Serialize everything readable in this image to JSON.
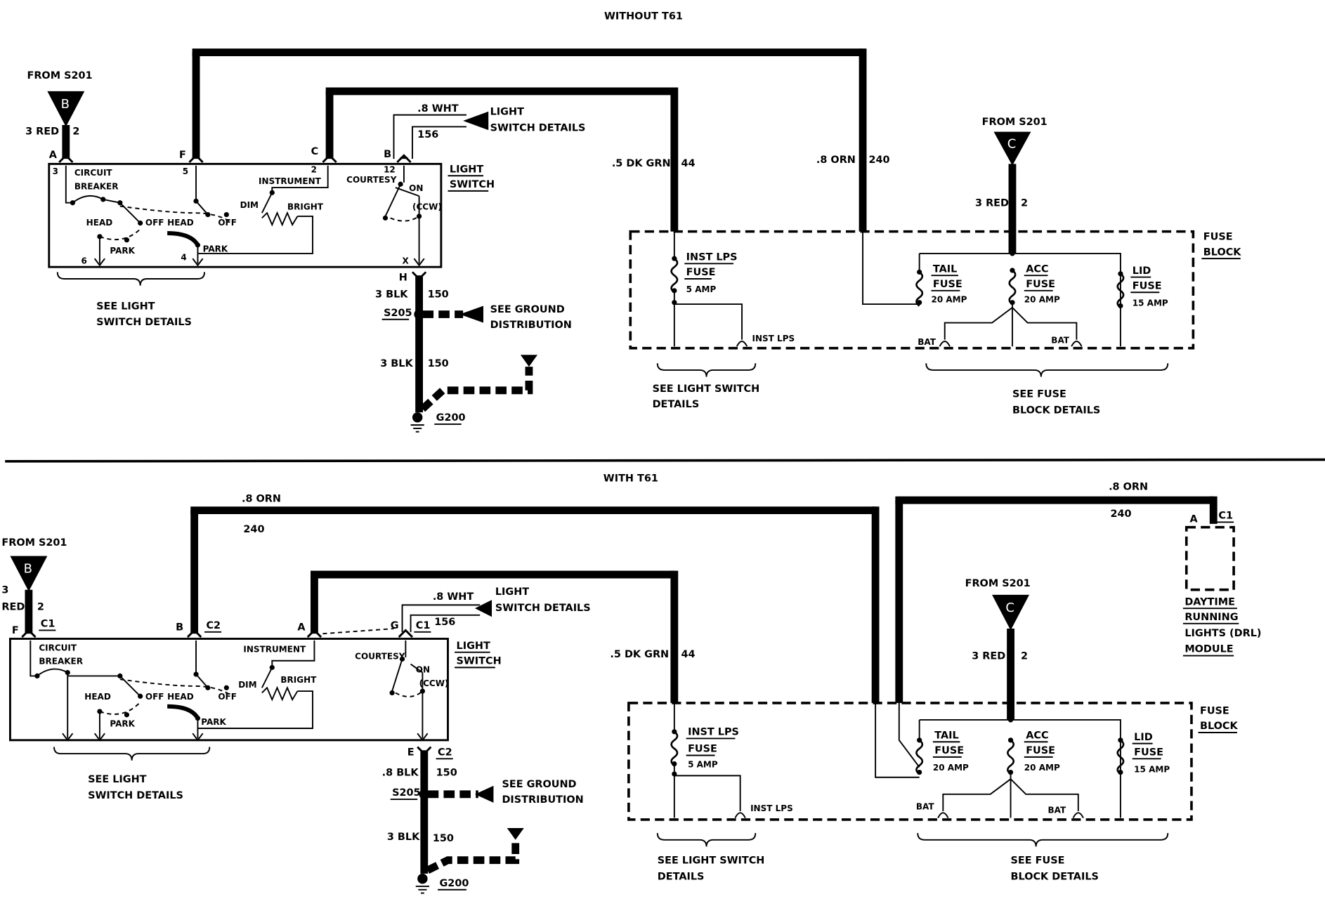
{
  "top": {
    "title": "WITHOUT T61",
    "from_s201_b": "FROM S201",
    "tri_b": "B",
    "wire_3red": "3 RED",
    "wire_2": "2",
    "pin_a": "A",
    "pin_f": "F",
    "pin_c": "C",
    "pin_b": "B",
    "pin_3": "3",
    "pin_5": "5",
    "pin_2": "2",
    "pin_12": "12",
    "pin_6": "6",
    "pin_4": "4",
    "pin_x": "X",
    "pin_h": "H",
    "circuit_breaker_1": "CIRCUIT",
    "circuit_breaker_2": "BREAKER",
    "instrument": "INSTRUMENT",
    "courtesy": "COURTESY",
    "on": "ON",
    "ccw": "(CCW)",
    "dim": "DIM",
    "bright": "BRIGHT",
    "head_1": "HEAD",
    "off_1": "OFF",
    "head_2": "HEAD",
    "off_2": "OFF",
    "park_1": "PARK",
    "park_2": "PARK",
    "light_switch_1": "LIGHT",
    "light_switch_2": "SWITCH",
    "wht_wire": ".8 WHT",
    "wht_circuit": "156",
    "light_details_1": "LIGHT",
    "light_details_2": "SWITCH DETAILS",
    "see_light_1": "SEE LIGHT",
    "see_light_2": "SWITCH DETAILS",
    "blk_1": "3 BLK",
    "blk_1_num": "150",
    "s205": "S205",
    "see_ground_1": "SEE GROUND",
    "see_ground_2": "DISTRIBUTION",
    "blk_2": "3 BLK",
    "blk_2_num": "150",
    "g200": "G200",
    "grn_wire": ".5 DK GRN",
    "grn_circuit": "44",
    "orn_wire": ".8 ORN",
    "orn_circuit": "240",
    "from_s201_c": "FROM S201",
    "tri_c": "C",
    "c_red": "3 RED",
    "c_2": "2",
    "fuse_block_1": "FUSE",
    "fuse_block_2": "BLOCK",
    "inst_lps_1": "INST LPS",
    "inst_lps_2": "FUSE",
    "inst_lps_amp": "5 AMP",
    "inst_lps_out": "INST LPS",
    "tail_1": "TAIL",
    "tail_2": "FUSE",
    "tail_amp": "20 AMP",
    "acc_1": "ACC",
    "acc_2": "FUSE",
    "acc_amp": "20 AMP",
    "lid_1": "LID",
    "lid_2": "FUSE",
    "lid_amp": "15 AMP",
    "bat_1": "BAT",
    "bat_2": "BAT",
    "see_ls_1": "SEE LIGHT SWITCH",
    "see_ls_2": "DETAILS",
    "see_fb_1": "SEE FUSE",
    "see_fb_2": "BLOCK DETAILS"
  },
  "bottom": {
    "title": "WITH T61",
    "from_s201_b": "FROM S201",
    "tri_b": "B",
    "wire_3": "3",
    "wire_red": "RED",
    "wire_2": "2",
    "pin_f": "F",
    "c1_a": "C1",
    "pin_b": "B",
    "c2_a": "C2",
    "pin_a": "A",
    "pin_g": "G",
    "c1_b": "C1",
    "wht_circuit": "156",
    "wht_wire": ".8 WHT",
    "light_details_1": "LIGHT",
    "light_details_2": "SWITCH DETAILS",
    "light_switch_1": "LIGHT",
    "light_switch_2": "SWITCH",
    "circuit_breaker_1": "CIRCUIT",
    "circuit_breaker_2": "BREAKER",
    "instrument": "INSTRUMENT",
    "courtesy": "COURTESY",
    "on": "ON",
    "ccw": "(CCW)",
    "dim": "DIM",
    "bright": "BRIGHT",
    "head_1": "HEAD",
    "off_1": "OFF",
    "head_2": "HEAD",
    "off_2": "OFF",
    "park_1": "PARK",
    "park_2": "PARK",
    "see_light_1": "SEE LIGHT",
    "see_light_2": "SWITCH DETAILS",
    "pin_e": "E",
    "c2_b": "C2",
    "blk_1": ".8 BLK",
    "blk_1_num": "150",
    "s205": "S205",
    "see_ground_1": "SEE GROUND",
    "see_ground_2": "DISTRIBUTION",
    "blk_2": "3 BLK",
    "blk_2_num": "150",
    "g200": "G200",
    "orn_wire_1": ".8 ORN",
    "orn_circuit_1": "240",
    "grn_wire": ".5 DK GRN",
    "grn_circuit": "44",
    "orn_wire_2": ".8 ORN",
    "orn_circuit_2": "240",
    "drl_pin_a": "A",
    "drl_c1": "C1",
    "drl_1": "DAYTIME",
    "drl_2": "RUNNING",
    "drl_3": "LIGHTS (DRL)",
    "drl_4": "MODULE",
    "from_s201_c": "FROM S201",
    "tri_c": "C",
    "c_red": "3 RED",
    "c_2": "2",
    "fuse_block_1": "FUSE",
    "fuse_block_2": "BLOCK",
    "inst_lps_1": "INST LPS",
    "inst_lps_2": "FUSE",
    "inst_lps_amp": "5 AMP",
    "inst_lps_out": "INST LPS",
    "tail_1": "TAIL",
    "tail_2": "FUSE",
    "tail_amp": "20 AMP",
    "acc_1": "ACC",
    "acc_2": "FUSE",
    "acc_amp": "20 AMP",
    "lid_1": "LID",
    "lid_2": "FUSE",
    "lid_amp": "15 AMP",
    "bat_1": "BAT",
    "bat_2": "BAT",
    "see_ls_1": "SEE LIGHT SWITCH",
    "see_ls_2": "DETAILS",
    "see_fb_1": "SEE FUSE",
    "see_fb_2": "BLOCK DETAILS"
  }
}
